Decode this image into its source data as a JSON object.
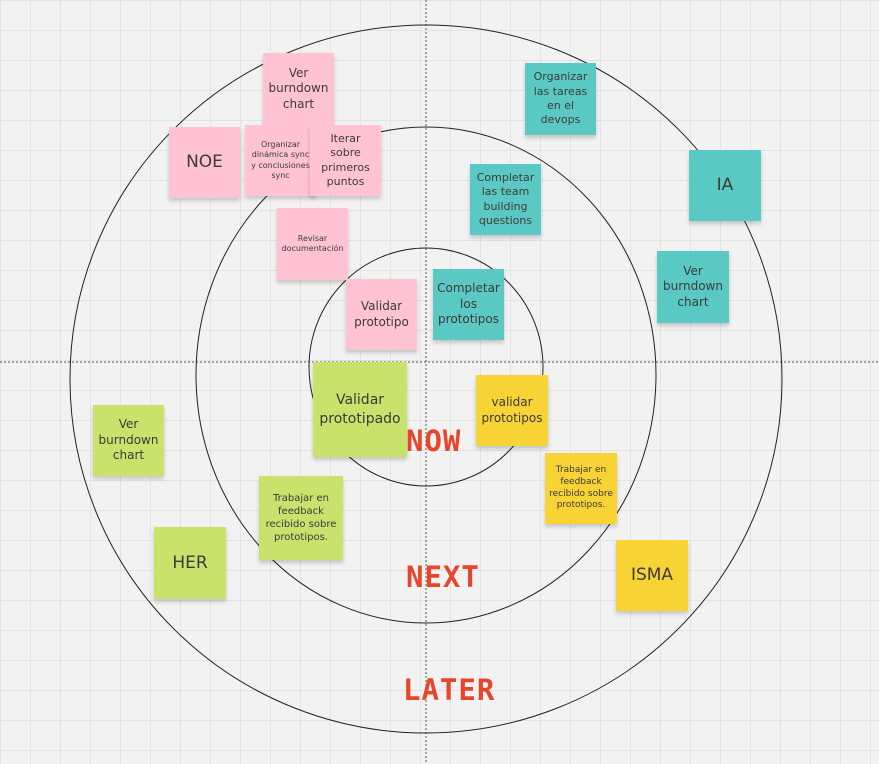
{
  "rings": {
    "now": "NOW",
    "next": "NEXT",
    "later": "LATER"
  },
  "colors": {
    "pink": "#ffc3d4",
    "teal": "#5bc9c3",
    "lime": "#c9e26b",
    "yellow": "#f7d335",
    "label": "#e8462c"
  },
  "notes": [
    {
      "text": "Ver burndown chart",
      "color": "pink"
    },
    {
      "text": "NOE",
      "color": "pink"
    },
    {
      "text": "Organizar dinámica sync y conclusiones sync",
      "color": "pink"
    },
    {
      "text": "Iterar sobre primeros puntos",
      "color": "pink"
    },
    {
      "text": "Revisar documentación",
      "color": "pink"
    },
    {
      "text": "Validar prototipo",
      "color": "pink"
    },
    {
      "text": "Organizar las tareas en el devops",
      "color": "teal"
    },
    {
      "text": "IA",
      "color": "teal"
    },
    {
      "text": "Completar las team building questions",
      "color": "teal"
    },
    {
      "text": "Ver burndown chart",
      "color": "teal"
    },
    {
      "text": "Completar los prototipos",
      "color": "teal"
    },
    {
      "text": "Validar prototipado",
      "color": "lime"
    },
    {
      "text": "Ver burndown chart",
      "color": "lime"
    },
    {
      "text": "Trabajar en feedback recibido sobre prototipos.",
      "color": "lime"
    },
    {
      "text": "HER",
      "color": "lime"
    },
    {
      "text": "validar prototipos",
      "color": "yellow"
    },
    {
      "text": "Trabajar en feedback recibido sobre prototipos.",
      "color": "yellow"
    },
    {
      "text": "ISMA",
      "color": "yellow"
    }
  ]
}
